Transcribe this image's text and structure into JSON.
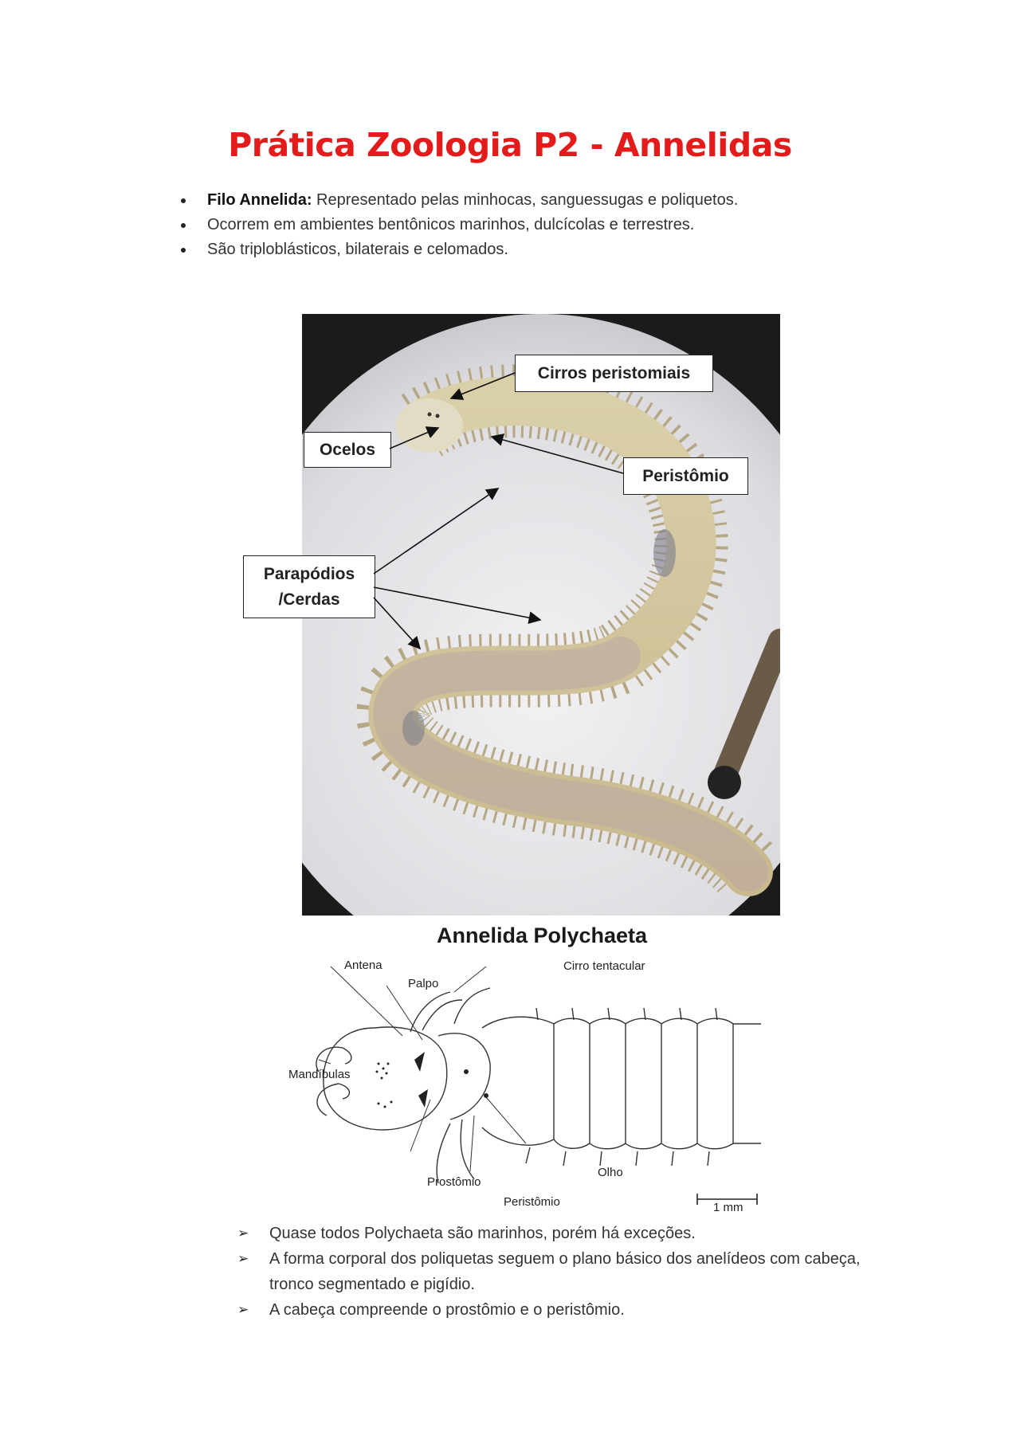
{
  "title": "Prática Zoologia P2 - Annelidas",
  "intro_bullets": [
    {
      "bold": "Filo Annelida:",
      "text": " Representado pelas minhocas, sanguessugas e poliquetos."
    },
    {
      "bold": "",
      "text": "Ocorrem em ambientes bentônicos marinhos, dulcícolas e terrestres."
    },
    {
      "bold": "",
      "text": "São triploblásticos, bilaterais e celomados."
    }
  ],
  "photo": {
    "labels": {
      "cirros": "Cirros peristomiais",
      "ocelos": "Ocelos",
      "peristomio": "Peristômio",
      "parapodios_1": "Parapódios",
      "parapodios_2": "/Cerdas"
    }
  },
  "subtitle": "Annelida Polychaeta",
  "drawing": {
    "labels": {
      "antena": "Antena",
      "palpo": "Palpo",
      "cirro": "Cirro tentacular",
      "mandibulas": "Mandíbulas",
      "prostomio": "Prostômio",
      "olho": "Olho",
      "peristomio": "Peristômio",
      "scale": "1 mm"
    }
  },
  "arrow_bullets": [
    "Quase todos Polychaeta são marinhos, porém há exceções.",
    "A forma corporal dos poliquetas seguem o plano básico dos anelídeos com cabeça, tronco segmentado e pigídio.",
    "A cabeça compreende o prostômio e o peristômio."
  ],
  "colors": {
    "title": "#e31b1b"
  }
}
